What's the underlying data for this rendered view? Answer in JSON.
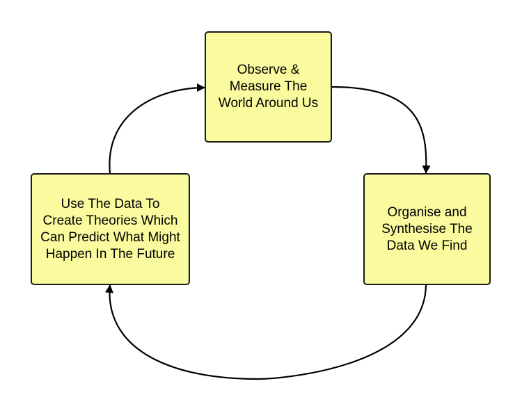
{
  "diagram": {
    "box_fill": "#fafa9e",
    "line_color": "#000000",
    "nodes": [
      {
        "id": "observe",
        "label": "Observe &\nMeasure The\nWorld Around Us"
      },
      {
        "id": "organise",
        "label": "Organise and\nSynthesise The\nData We Find"
      },
      {
        "id": "theories",
        "label": "Use The Data To\nCreate Theories Which\nCan Predict What Might\nHappen In The Future"
      }
    ],
    "edges": [
      {
        "from": "observe",
        "to": "organise"
      },
      {
        "from": "organise",
        "to": "theories"
      },
      {
        "from": "theories",
        "to": "observe"
      }
    ]
  }
}
